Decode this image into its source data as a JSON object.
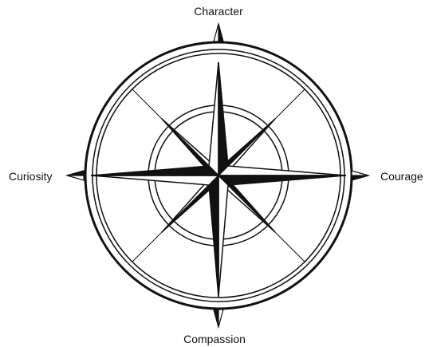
{
  "compass": {
    "labels": {
      "north": "Character",
      "east": "Courage",
      "south": "Compassion",
      "west": "Curiosity"
    },
    "colors": {
      "ink": "#111111",
      "fill_light": "#ffffff",
      "fill_dark": "#111111"
    }
  }
}
